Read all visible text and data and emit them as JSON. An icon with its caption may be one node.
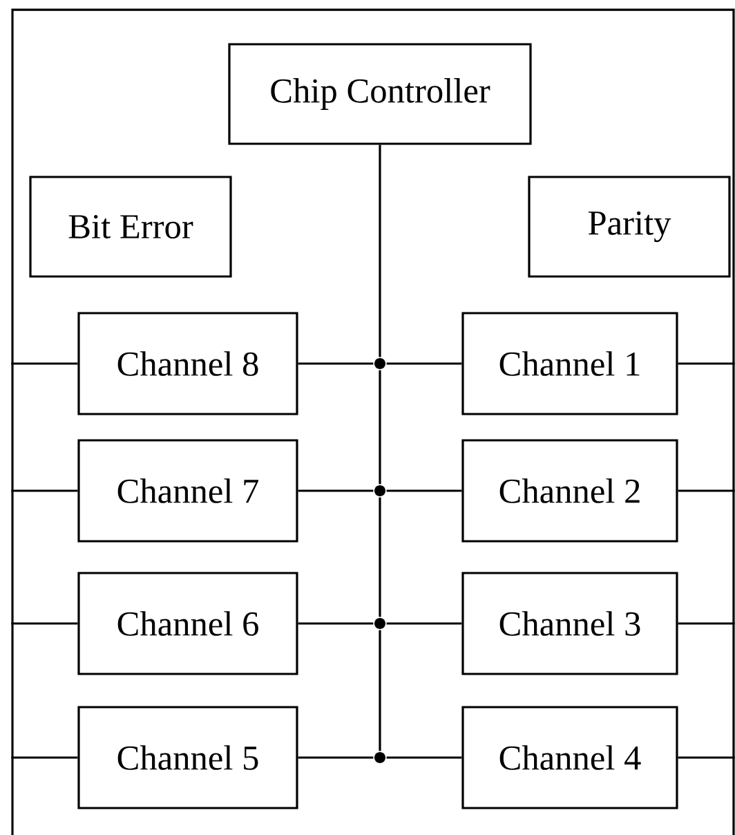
{
  "diagram": {
    "nodes": [
      {
        "text": [],
        "shape": "box"
      },
      {
        "text": [
          "Chip Controller"
        ],
        "in": 0
      },
      {
        "text": [
          "Bit Error"
        ],
        "in": 0
      },
      {
        "text": [
          "Parity"
        ],
        "in": 0
      },
      {
        "text": [
          "Channel 8"
        ],
        "in": 0
      },
      {
        "text": [
          "Channel 1"
        ],
        "in": 0
      },
      {
        "text": [
          "Channel 7"
        ],
        "in": 0
      },
      {
        "text": [
          "Channel 2"
        ],
        "in": 0
      },
      {
        "text": [
          "Channel 6"
        ],
        "in": 0
      },
      {
        "text": [
          "Channel 3"
        ],
        "in": 0
      },
      {
        "text": [
          "Channel 5"
        ],
        "in": 0
      },
      {
        "text": [
          "Channel 4"
        ],
        "in": 0
      },
      {
        "text": [],
        "shape": "circle",
        "in": 0
      },
      {
        "text": [],
        "shape": "circle",
        "in": 0
      },
      {
        "text": [],
        "shape": "circle",
        "in": 0
      },
      {
        "text": [],
        "shape": "circle",
        "in": 0
      }
    ],
    "edges": [
      {
        "from": 1,
        "to": 12,
        "arrow": "none"
      },
      {
        "from": 12,
        "to": 13,
        "arrow": "none"
      },
      {
        "from": 13,
        "to": 14,
        "arrow": "none"
      },
      {
        "from": 14,
        "to": 15,
        "arrow": "none"
      },
      {
        "from": 4,
        "to": 12,
        "arrow": "none"
      },
      {
        "from": 12,
        "to": 5,
        "arrow": "none"
      },
      {
        "from": 6,
        "to": 13,
        "arrow": "none"
      },
      {
        "from": 13,
        "to": 7,
        "arrow": "none"
      },
      {
        "from": 8,
        "to": 14,
        "arrow": "none"
      },
      {
        "from": 14,
        "to": 9,
        "arrow": "none"
      },
      {
        "from": 10,
        "to": 15,
        "arrow": "none"
      },
      {
        "from": 15,
        "to": 11,
        "arrow": "none"
      },
      {
        "from": 0,
        "to": 4,
        "arrow": "none"
      },
      {
        "from": 0,
        "to": 6,
        "arrow": "none"
      },
      {
        "from": 0,
        "to": 8,
        "arrow": "none"
      },
      {
        "from": 0,
        "to": 10,
        "arrow": "none"
      },
      {
        "from": 5,
        "to": 0,
        "arrow": "none"
      },
      {
        "from": 7,
        "to": 0,
        "arrow": "none"
      },
      {
        "from": 9,
        "to": 0,
        "arrow": "none"
      },
      {
        "from": 11,
        "to": 0,
        "arrow": "none"
      }
    ]
  }
}
